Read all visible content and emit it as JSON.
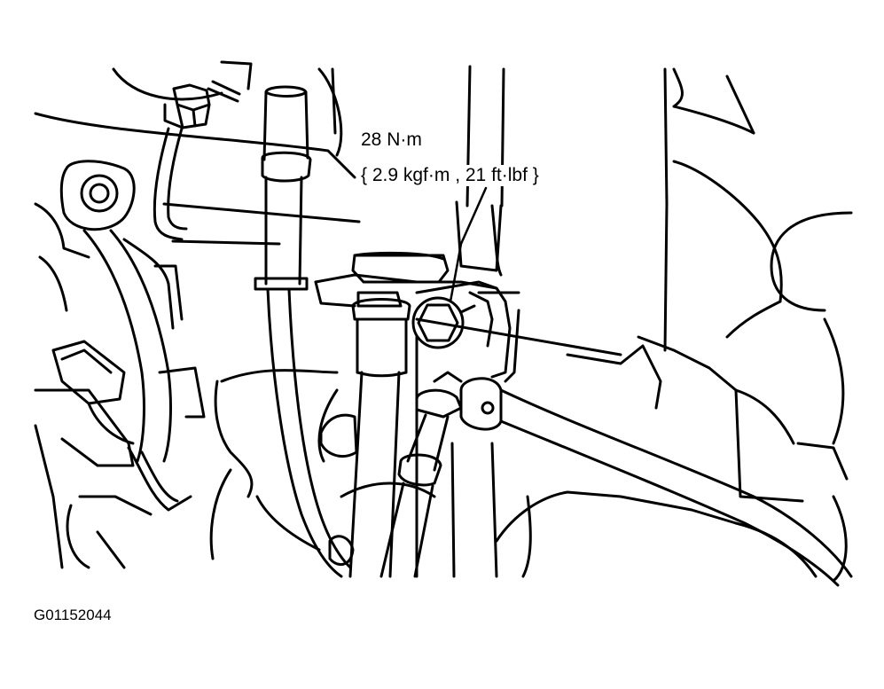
{
  "callout": {
    "torque_nm": "28 N·m",
    "torque_alt": "{ 2.9 kgf·m , 21 ft·lbf }"
  },
  "figure_id": "G01152044",
  "colors": {
    "line": "#000000",
    "background": "#ffffff"
  }
}
